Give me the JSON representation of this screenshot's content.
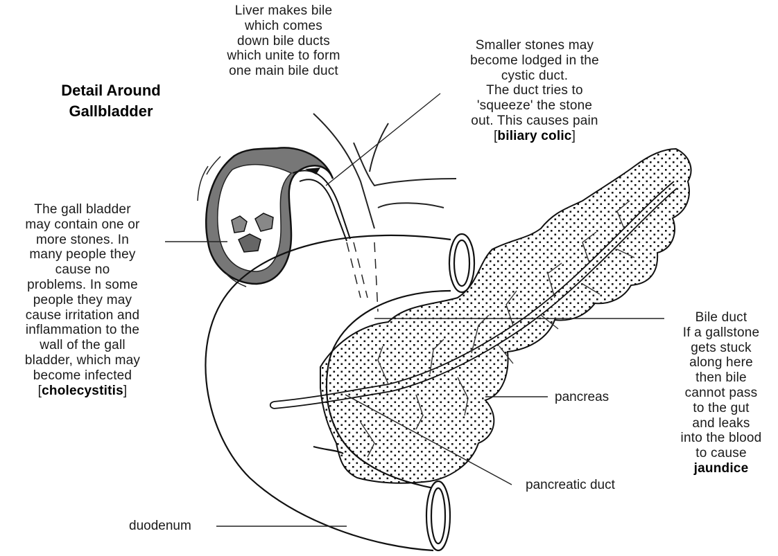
{
  "title": {
    "line1": "Detail Around",
    "line2": "Gallbladder"
  },
  "labels": {
    "liver": [
      "Liver makes bile",
      "which comes",
      "down bile ducts",
      "which unite to form",
      "one main bile duct"
    ],
    "stones_top": [
      "Smaller stones may",
      "become lodged in the",
      "cystic duct.",
      "The duct tries to",
      "'squeeze' the stone",
      "out. This causes pain"
    ],
    "stones_term": "biliary colic",
    "gallbladder": [
      "The gall bladder",
      "may contain one or",
      "more stones. In",
      "many people they",
      "cause no",
      "problems. In some",
      "people they may",
      "cause irritation and",
      "inflammation to the",
      "wall of the gall",
      "bladder, which may",
      "become infected"
    ],
    "gallbladder_term": "cholecystitis",
    "bileduct": [
      "Bile duct",
      "If a gallstone",
      "gets stuck",
      "along here",
      "then bile",
      "cannot pass",
      "to the gut",
      "and leaks",
      "into the blood",
      "to cause"
    ],
    "bileduct_term": "jaundice",
    "pancreas": "pancreas",
    "pancreatic_duct": "pancreatic duct",
    "duodenum": "duodenum"
  }
}
